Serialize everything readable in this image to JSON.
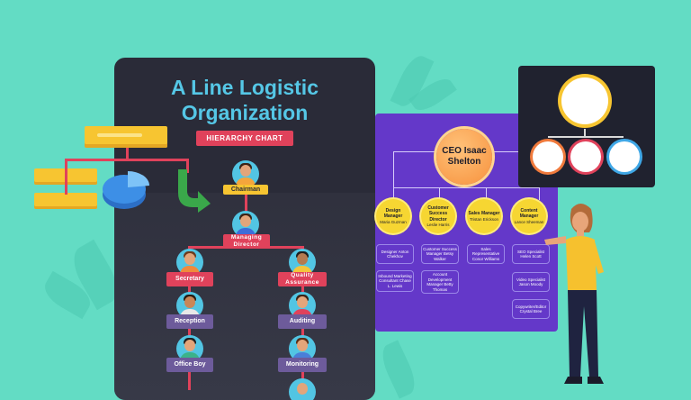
{
  "title": {
    "line1": "A Line Logistic",
    "line2": "Organization"
  },
  "subtitle": "HIERARCHY CHART",
  "dark_chart": {
    "chairman": "Chairman",
    "managing_director": "Managing Director",
    "left_column": [
      "Secretary",
      "Reception",
      "Office Boy"
    ],
    "right_column": [
      "Quality Assurance",
      "Auditing",
      "Monitoring"
    ]
  },
  "purple_chart": {
    "ceo": "CEO Isaac Shelton",
    "managers": [
      {
        "title": "Design Manager",
        "name": "Maria Guzman"
      },
      {
        "title": "Customer Success Director",
        "name": "Leslie Harris"
      },
      {
        "title": "Sales Manager",
        "name": "Tristan Erickson"
      },
      {
        "title": "Content Manager",
        "name": "Lance Sheeman"
      }
    ],
    "col1": [
      "Designer Anton Chekhov",
      "Inbound Marketing Consultant Chase L. Lewis"
    ],
    "col2": [
      "Customer Success Manager Betsy Walker",
      "Account Development Manager Betty Thomas"
    ],
    "col3": [
      "Sales Representative Conor Williams"
    ],
    "col4": [
      "SEO Specialist Helen Scott",
      "Video Specialist Jason Moody",
      "Copywriter/Editor Crystal Bree"
    ]
  },
  "colors": {
    "background": "#63dcc4",
    "dark_panel": "#2a2b38",
    "title": "#55c7e6",
    "accent_red": "#e0425b",
    "accent_yellow": "#f7c531",
    "purple_panel": "#6438c9"
  }
}
